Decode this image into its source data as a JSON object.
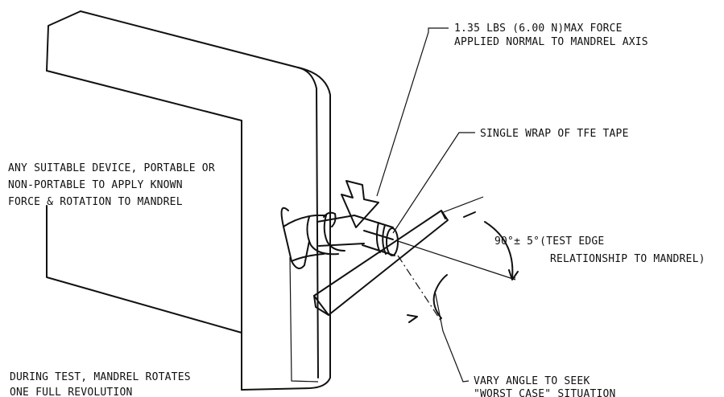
{
  "labels": {
    "force_line1": "1.35 LBS (6.00 N)MAX FORCE",
    "force_line2": "APPLIED NORMAL TO MANDREL AXIS",
    "tape": "SINGLE WRAP OF TFE TAPE",
    "device_line1": "ANY SUITABLE DEVICE, PORTABLE OR",
    "device_line2": "NON-PORTABLE TO APPLY KNOWN",
    "device_line3": "FORCE & ROTATION TO MANDREL",
    "angle_line1": "90°± 5°(TEST EDGE",
    "angle_line2": "RELATIONSHIP TO MANDREL)",
    "rotation_line1": "DURING TEST, MANDREL ROTATES",
    "rotation_line2": "ONE FULL REVOLUTION",
    "vary_line1": "VARY ANGLE TO SEEK",
    "vary_line2": "\"WORST CASE\" SITUATION"
  }
}
